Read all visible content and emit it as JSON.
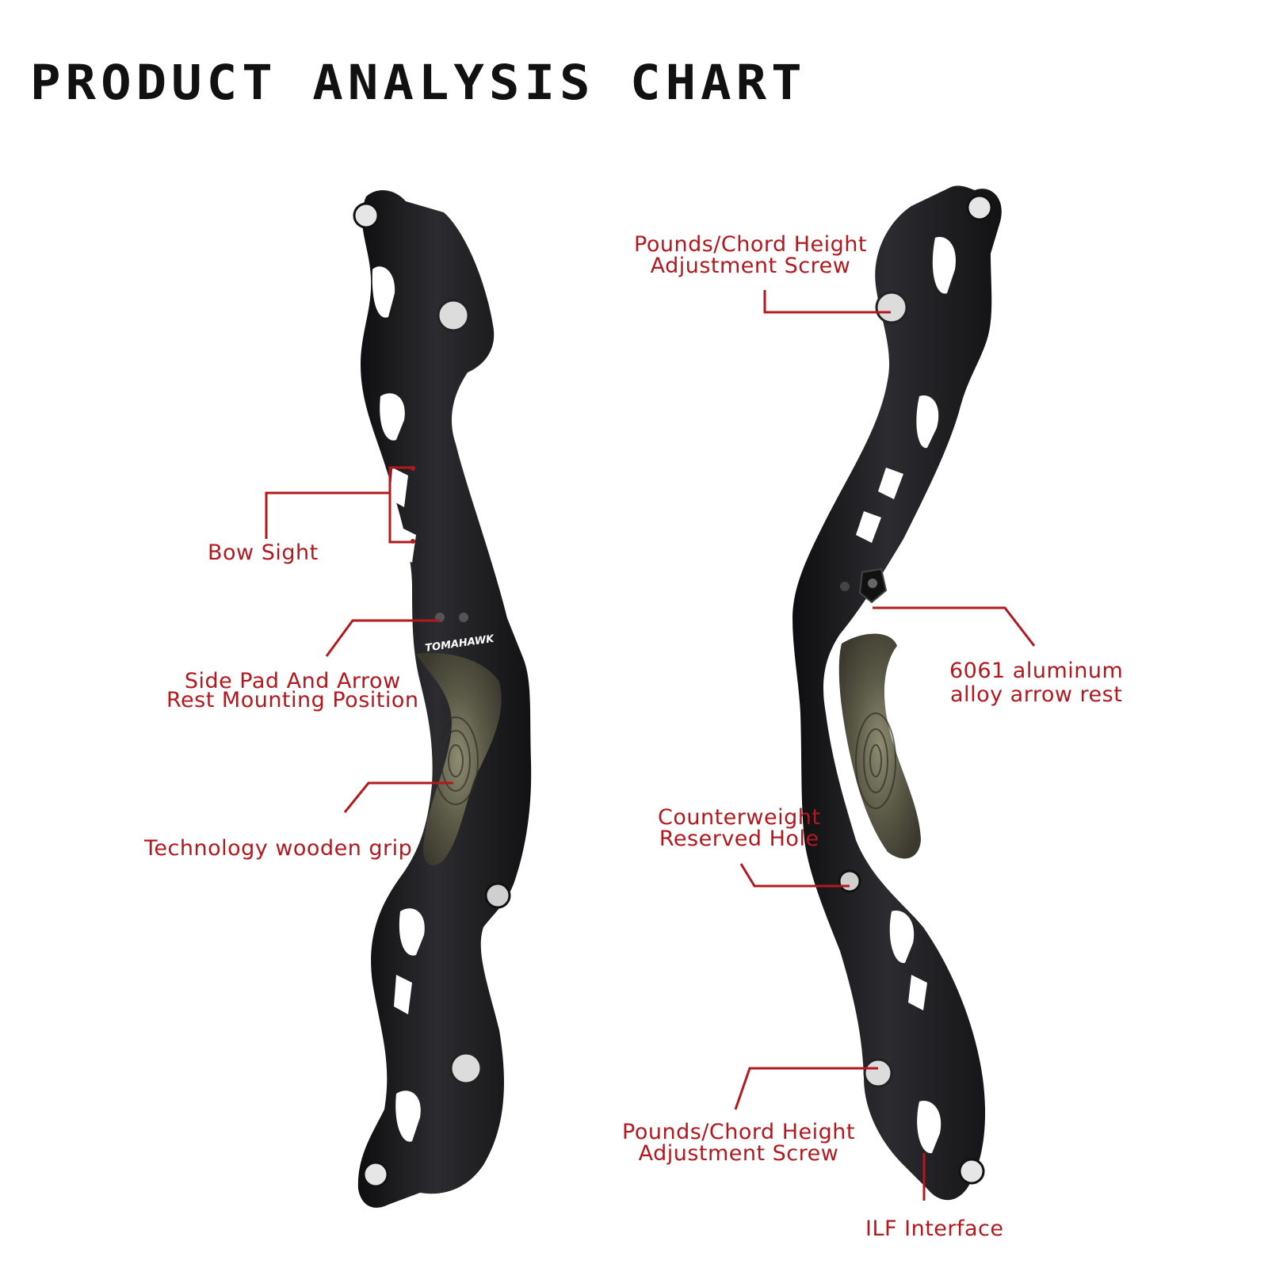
{
  "title": "PRODUCT analysis chart",
  "brand_mark": "TOMAHAWK",
  "colors": {
    "callout": "#b3181e",
    "riser": "#1c1c1e",
    "grip": "#6b6a55",
    "title": "#111111"
  },
  "labels": {
    "bow_sight": "Bow Sight",
    "side_pad_line1": "Side Pad And Arrow",
    "side_pad_line2": "Rest Mounting Position",
    "wooden_grip": "Technology wooden grip",
    "top_screw_line1": "Pounds/Chord Height",
    "top_screw_line2": "Adjustment Screw",
    "arrow_rest_line1": "6061 aluminum",
    "arrow_rest_line2": "alloy arrow rest",
    "counterweight_line1": "Counterweight",
    "counterweight_line2": "Reserved Hole",
    "bottom_screw_line1": "Pounds/Chord Height",
    "bottom_screw_line2": "Adjustment Screw",
    "ilf": "ILF Interface"
  }
}
